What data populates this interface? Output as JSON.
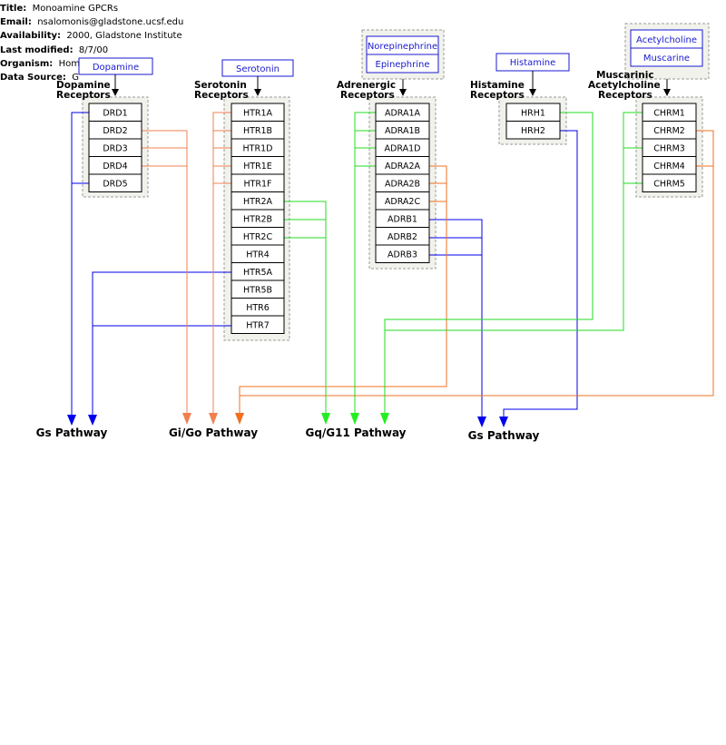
{
  "header": {
    "title_label": "Title:",
    "title": "Monoamine GPCRs",
    "email_label": "Email:",
    "email": "nsalomonis@gladstone.ucsf.edu",
    "availability_label": "Availability:",
    "availability": "2000, Gladstone Institute",
    "modified_label": "Last modified:",
    "modified": "8/7/00",
    "organism_label": "Organism:",
    "organism": "Homo sapiens",
    "source_label": "Data Source:",
    "source": "G"
  },
  "ligands": {
    "dopamine": "Dopamine",
    "serotonin": "Serotonin",
    "norepinephrine": "Norepinephrine",
    "epinephrine": "Epinephrine",
    "histamine": "Histamine",
    "acetylcholine": "Acetylcholine",
    "muscarine": "Muscarine"
  },
  "groups": {
    "dopamine": [
      "Dopamine",
      "Receptors"
    ],
    "serotonin": [
      "Serotonin",
      "Receptors"
    ],
    "adrenergic": [
      "Adrenergic",
      "Receptors"
    ],
    "histamine": [
      "Histamine",
      "Receptors"
    ],
    "muscarinic": [
      "Muscarinic",
      "Acetylcholine",
      "Receptors"
    ]
  },
  "genes": {
    "dopamine": [
      "DRD1",
      "DRD2",
      "DRD3",
      "DRD4",
      "DRD5"
    ],
    "serotonin": [
      "HTR1A",
      "HTR1B",
      "HTR1D",
      "HTR1E",
      "HTR1F",
      "HTR2A",
      "HTR2B",
      "HTR2C",
      "HTR4",
      "HTR5A",
      "HTR5B",
      "HTR6",
      "HTR7"
    ],
    "adrenergic": [
      "ADRA1A",
      "ADRA1B",
      "ADRA1D",
      "ADRA2A",
      "ADRA2B",
      "ADRA2C",
      "ADRB1",
      "ADRB2",
      "ADRB3"
    ],
    "histamine": [
      "HRH1",
      "HRH2"
    ],
    "muscarinic": [
      "CHRM1",
      "CHRM2",
      "CHRM3",
      "CHRM4",
      "CHRM5"
    ]
  },
  "pathways": {
    "gs_left": "Gs Pathway",
    "gi_go": "Gi/Go Pathway",
    "gq_g11": "Gq/G11 Pathway",
    "gs_right": "Gs Pathway"
  },
  "colors": {
    "gs": "#0000ee",
    "gi": "#f07040",
    "gq": "#00ee00",
    "ligand": "#1a1ad0"
  }
}
